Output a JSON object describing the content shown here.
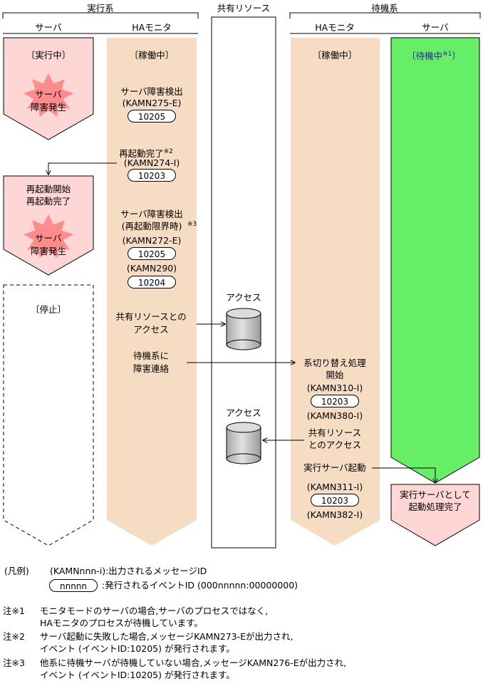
{
  "headers": {
    "active_system": "実行系",
    "shared_resource": "共有リソース",
    "standby_system": "待機系",
    "col_server_active": "サーバ",
    "col_ha_active": "HAモニタ",
    "col_ha_standby": "HAモニタ",
    "col_server_standby": "サーバ"
  },
  "active_server": {
    "state_running": "〔実行中〕",
    "failure1_line1": "サーバ",
    "failure1_line2": "障害発生",
    "restart_line1": "再起動開始",
    "restart_line2": "再起動完了",
    "failure2_line1": "サーバ",
    "failure2_line2": "障害発生",
    "state_stopped": "〔停止〕"
  },
  "active_ha": {
    "state": "〔稼働中〕",
    "detect1": "サーバ障害検出",
    "detect1_msg": "(KAMN275-E)",
    "detect1_event": "10205",
    "restart_done": "再起動完了",
    "restart_done_note": "※2",
    "restart_msg": "(KAMN274-I)",
    "restart_event": "10203",
    "detect2_line1": "サーバ障害検出",
    "detect2_line2": "(再起動限界時)",
    "detect2_note": "※3",
    "detect2_msg": "(KAMN272-E)",
    "detect2_event": "10205",
    "detect2_msg2": "(KAMN290)",
    "detect2_event2": "10204",
    "access_line1": "共有リソースとの",
    "access_line2": "アクセス",
    "notify_line1": "待機系に",
    "notify_line2": "障害連絡"
  },
  "shared": {
    "access1": "アクセス",
    "access2": "アクセス"
  },
  "standby_ha": {
    "state": "〔稼働中〕",
    "switch_line1": "系切り替え処理",
    "switch_line2": "開始",
    "switch_msg": "(KAMN310-I)",
    "switch_event": "10203",
    "switch_msg2": "(KAMN380-I)",
    "access_line1": "共有リソース",
    "access_line2": "とのアクセス",
    "start_server": "実行サーバ起動",
    "start_msg": "(KAMN311-I)",
    "start_event": "10203",
    "start_msg2": "(KAMN382-I)"
  },
  "standby_server": {
    "state": "〔待機中",
    "state_note": "※1",
    "state_close": "〕",
    "done_line1": "実行サーバとして",
    "done_line2": "起動処理完了"
  },
  "legend": {
    "title": "(凡例)",
    "msg_sample": "(KAMNnnn-i)",
    "msg_desc": ":出力されるメッセージID",
    "event_sample": "nnnnn",
    "event_desc": ":発行されるイベントID (000nnnnn:00000000)"
  },
  "notes": [
    {
      "key": "注※1",
      "line1": "モニタモードのサーバの場合,サーバのプロセスではなく,",
      "line2": "HAモニタのプロセスが待機しています。"
    },
    {
      "key": "注※2",
      "line1": "サーバ起動に失敗した場合,メッセージKAMN273-Eが出力され,",
      "line2": "イベント (イベントID:10205) が発行されます。"
    },
    {
      "key": "注※3",
      "line1": "他系に待機サーバが待機していない場合,メッセージKAMN276-Eが出力され,",
      "line2": "イベント (イベントID:10205) が発行されます。"
    }
  ],
  "colors": {
    "pink_fill": "#ffd6d6",
    "peach_fill": "#f6dcc2",
    "green_fill": "#66ee66",
    "burst_fill": "#ff8c8c",
    "cylinder_fill": "#c8c8c8"
  }
}
